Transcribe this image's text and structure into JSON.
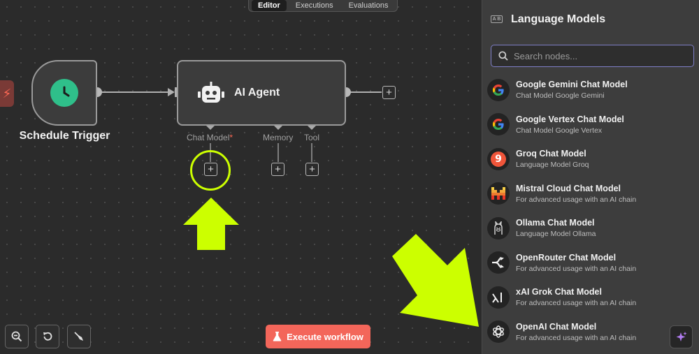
{
  "tabs": [
    {
      "label": "Editor",
      "active": true
    },
    {
      "label": "Executions",
      "active": false
    },
    {
      "label": "Evaluations",
      "active": false
    }
  ],
  "canvas": {
    "trigger_label": "Schedule Trigger",
    "agent_label": "AI Agent",
    "ports": {
      "chat_model": "Chat Model",
      "chat_model_required": "*",
      "memory": "Memory",
      "tool": "Tool"
    },
    "highlight_color": "#ccff00"
  },
  "controls": {
    "execute_label": "Execute workflow",
    "execute_color": "#f3665a"
  },
  "panel": {
    "title": "Language Models",
    "search_placeholder": "Search nodes...",
    "items": [
      {
        "title": "Google Gemini Chat Model",
        "subtitle": "Chat Model Google Gemini",
        "icon": "google-icon"
      },
      {
        "title": "Google Vertex Chat Model",
        "subtitle": "Chat Model Google Vertex",
        "icon": "google-icon"
      },
      {
        "title": "Groq Chat Model",
        "subtitle": "Language Model Groq",
        "icon": "groq-icon"
      },
      {
        "title": "Mistral Cloud Chat Model",
        "subtitle": "For advanced usage with an AI chain",
        "icon": "mistral-icon"
      },
      {
        "title": "Ollama Chat Model",
        "subtitle": "Language Model Ollama",
        "icon": "ollama-icon"
      },
      {
        "title": "OpenRouter Chat Model",
        "subtitle": "For advanced usage with an AI chain",
        "icon": "openrouter-icon"
      },
      {
        "title": "xAI Grok Chat Model",
        "subtitle": "For advanced usage with an AI chain",
        "icon": "xai-icon"
      },
      {
        "title": "OpenAI Chat Model",
        "subtitle": "For advanced usage with an AI chain",
        "icon": "openai-icon"
      }
    ]
  }
}
